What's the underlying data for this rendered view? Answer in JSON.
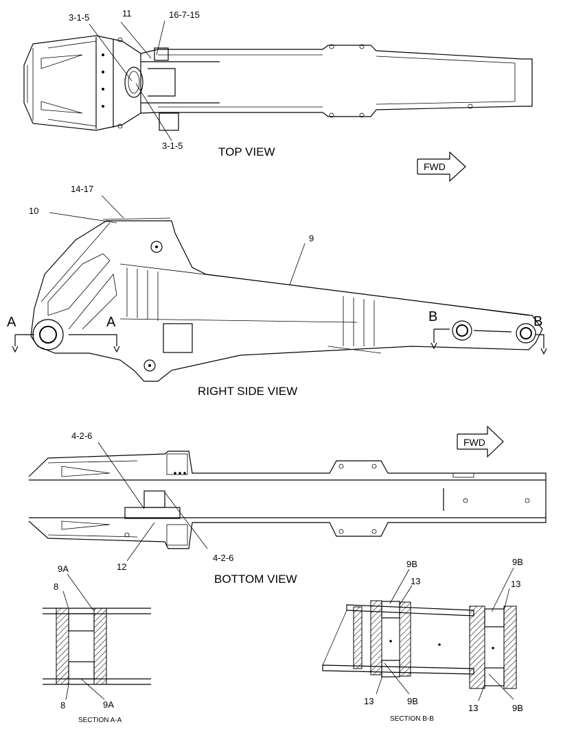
{
  "top_view": {
    "title": "TOP VIEW",
    "callouts": [
      "3-1-5",
      "11",
      "16-7-15",
      "3-1-5"
    ],
    "fwd": "FWD"
  },
  "right_side_view": {
    "title": "RIGHT SIDE VIEW",
    "callouts": [
      "14-17",
      "10",
      "9"
    ],
    "section_marks": [
      "A",
      "A",
      "B",
      "B"
    ]
  },
  "bottom_view": {
    "title": "BOTTOM VIEW",
    "callouts": [
      "4-2-6",
      "12",
      "4-2-6"
    ],
    "fwd": "FWD"
  },
  "section_a": {
    "title": "SECTION A-A",
    "callouts": [
      "9A",
      "8",
      "8",
      "9A"
    ]
  },
  "section_b": {
    "title": "SECTION B-B",
    "callouts": [
      "9B",
      "13",
      "9B",
      "13",
      "13",
      "9B",
      "13",
      "9B"
    ]
  }
}
